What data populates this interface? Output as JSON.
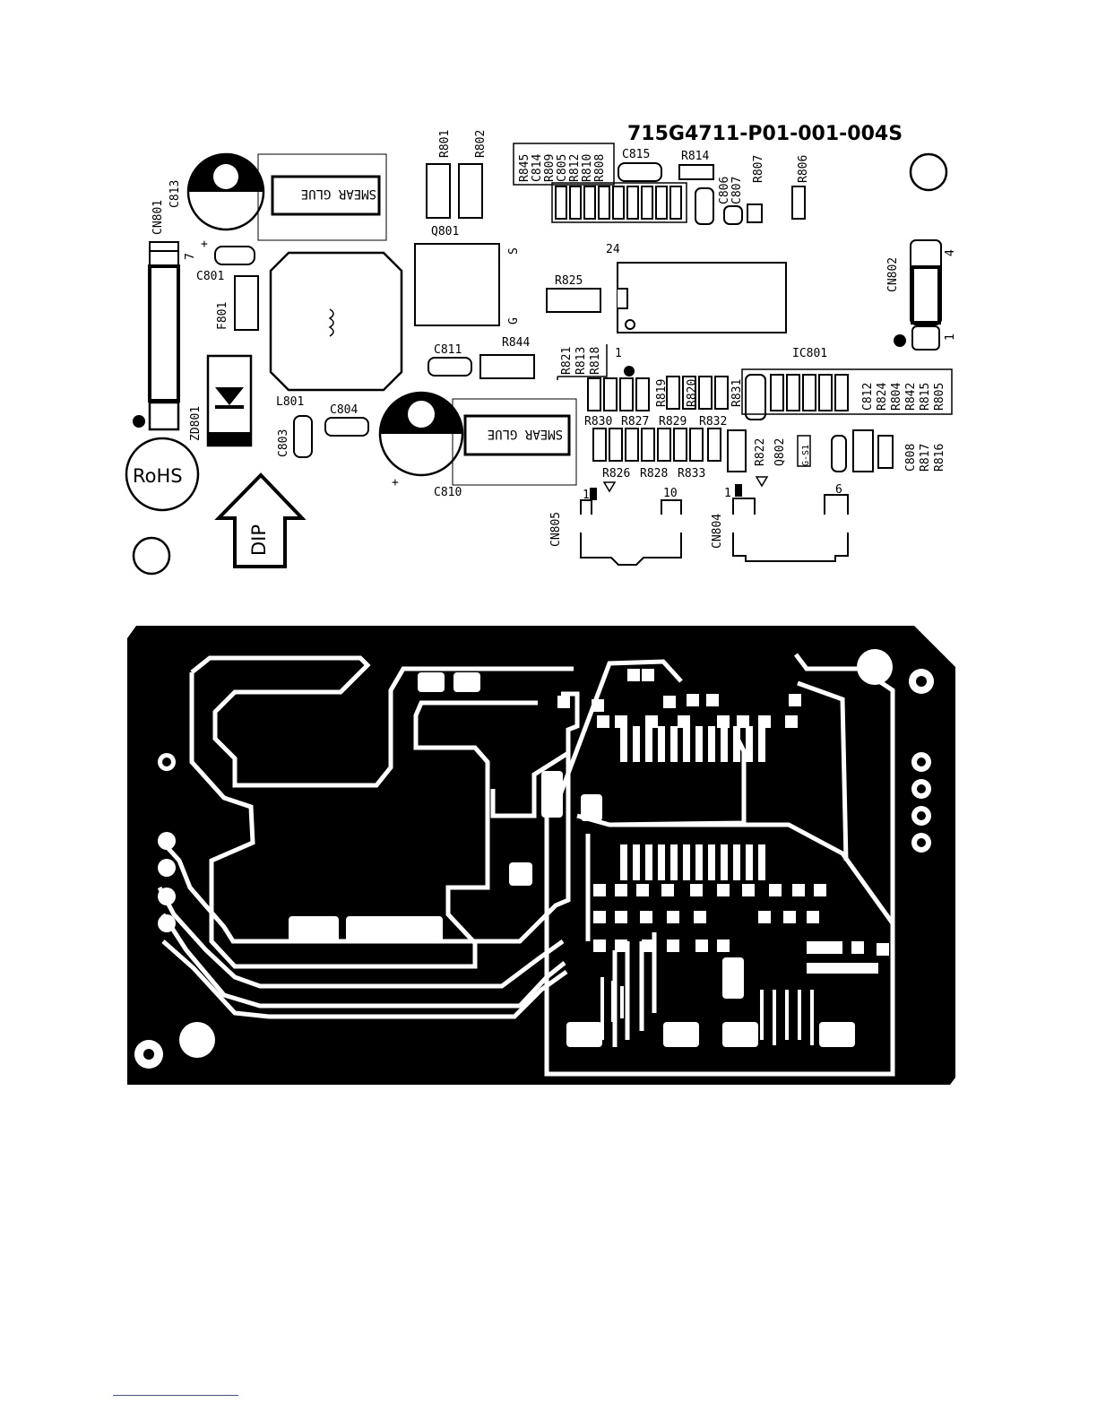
{
  "board": {
    "part_number": "715G4711-P01-001-004S",
    "rohs": "RoHS",
    "dip": "DIP",
    "glue_label": "SMEAR GLUE"
  },
  "labels": {
    "CN801": "CN801",
    "C813": "C813",
    "C801": "C801",
    "F801": "F801",
    "ZD801": "ZD801",
    "L801": "L801",
    "C803": "C803",
    "C804": "C804",
    "C810": "C810",
    "C811": "C811",
    "R844": "R844",
    "R801": "R801",
    "R802": "R802",
    "Q801": "Q801",
    "R825": "R825",
    "R845": "R845",
    "C814": "C814",
    "R809": "R809",
    "C805": "C805",
    "R812": "R812",
    "R810": "R810",
    "R808": "R808",
    "C815": "C815",
    "R814": "R814",
    "C806": "C806",
    "C807": "C807",
    "R807": "R807",
    "R806": "R806",
    "IC801": "IC801",
    "CN802": "CN802",
    "R821": "R821",
    "R813": "R813",
    "R818": "R818",
    "R819": "R819",
    "R820": "R820",
    "R831": "R831",
    "R830": "R830",
    "R827": "R827",
    "R829": "R829",
    "R832": "R832",
    "R826": "R826",
    "R828": "R828",
    "R833": "R833",
    "R822": "R822",
    "Q802": "Q802",
    "C812": "C812",
    "R824": "R824",
    "R804": "R804",
    "R842": "R842",
    "R815": "R815",
    "R805": "R805",
    "C808": "C808",
    "R817": "R817",
    "R816": "R816",
    "CN805": "CN805",
    "CN804": "CN804"
  },
  "marks": {
    "pin24": "24",
    "pin1_ic": "1",
    "cn802_pin4": "4",
    "cn802_pin1": "1",
    "cn805_pin1": "1",
    "cn805_pin10": "10",
    "cn804_pin1": "1",
    "cn804_pin6": "6",
    "cn801_pin7": "7",
    "plus": "+",
    "q801_s": "S",
    "q801_g": "G",
    "q802_mark": "G-S1"
  }
}
